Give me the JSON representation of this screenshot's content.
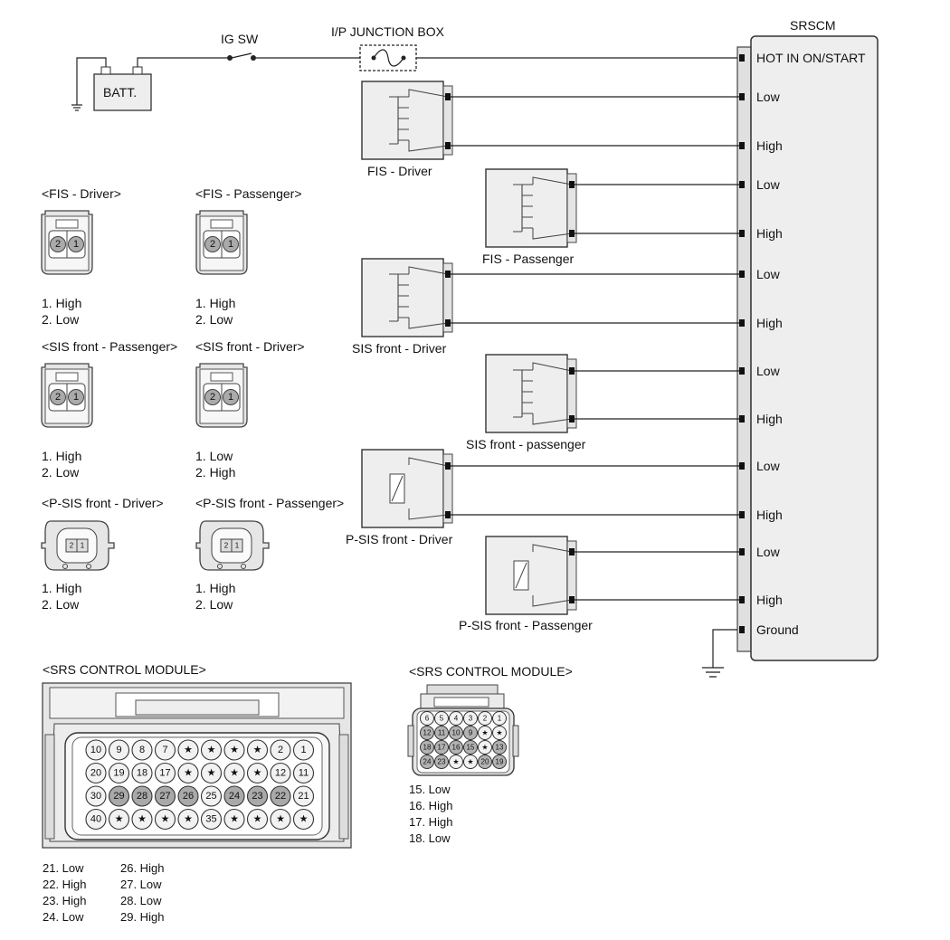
{
  "srscm": {
    "title": "SRSCM",
    "pins": [
      "HOT IN ON/START",
      "Low",
      "High",
      "Low",
      "High",
      "Low",
      "High",
      "Low",
      "High",
      "Low",
      "High",
      "Low",
      "High",
      "Ground"
    ]
  },
  "power": {
    "battery": "BATT.",
    "ig_switch": "IG SW",
    "junction_box": "I/P JUNCTION BOX"
  },
  "modules": {
    "fis_driver": "FIS - Driver",
    "fis_passenger": "FIS - Passenger",
    "sis_front_driver": "SIS front - Driver",
    "sis_front_passenger": "SIS front - passenger",
    "psis_front_driver": "P-SIS front - Driver",
    "psis_front_passenger": "P-SIS front - Passenger"
  },
  "connectors": [
    {
      "title": "<FIS - Driver>",
      "pins": [
        "1. High",
        "2. Low"
      ]
    },
    {
      "title": "<FIS - Passenger>",
      "pins": [
        "1. High",
        "2. Low"
      ]
    },
    {
      "title": "<SIS front - Passenger>",
      "pins": [
        "1. High",
        "2. Low"
      ]
    },
    {
      "title": "<SIS front - Driver>",
      "pins": [
        "1. Low",
        "2. High"
      ]
    },
    {
      "title": "<P-SIS front - Driver>",
      "pins": [
        "1. High",
        "2. Low"
      ]
    },
    {
      "title": "<P-SIS front - Passenger>",
      "pins": [
        "1. High",
        "2. Low"
      ]
    }
  ],
  "srs_big": {
    "title": "<SRS CONTROL MODULE>",
    "rows": [
      [
        "10",
        "9",
        "8",
        "7",
        "★",
        "★",
        "★",
        "★",
        "2",
        "1"
      ],
      [
        "20",
        "19",
        "18",
        "17",
        "★",
        "★",
        "★",
        "★",
        "12",
        "11"
      ],
      [
        "30",
        "29",
        "28",
        "27",
        "26",
        "25",
        "24",
        "23",
        "22",
        "21"
      ],
      [
        "40",
        "★",
        "★",
        "★",
        "★",
        "35",
        "★",
        "★",
        "★",
        "★"
      ]
    ],
    "legend_col1": [
      "21. Low",
      "22. High",
      "23. High",
      "24. Low"
    ],
    "legend_col2": [
      "26. High",
      "27. Low",
      "28. Low",
      "29. High"
    ]
  },
  "srs_small": {
    "title": "<SRS CONTROL MODULE>",
    "rows": [
      [
        "6",
        "5",
        "4",
        "3",
        "2",
        "1"
      ],
      [
        "12",
        "11",
        "10",
        "9",
        "★",
        "★"
      ],
      [
        "18",
        "17",
        "16",
        "15",
        "★",
        "13"
      ],
      [
        "24",
        "23",
        "★",
        "★",
        "20",
        "19"
      ]
    ],
    "legend": [
      "15. Low",
      "16. High",
      "17. High",
      "18. Low"
    ]
  }
}
